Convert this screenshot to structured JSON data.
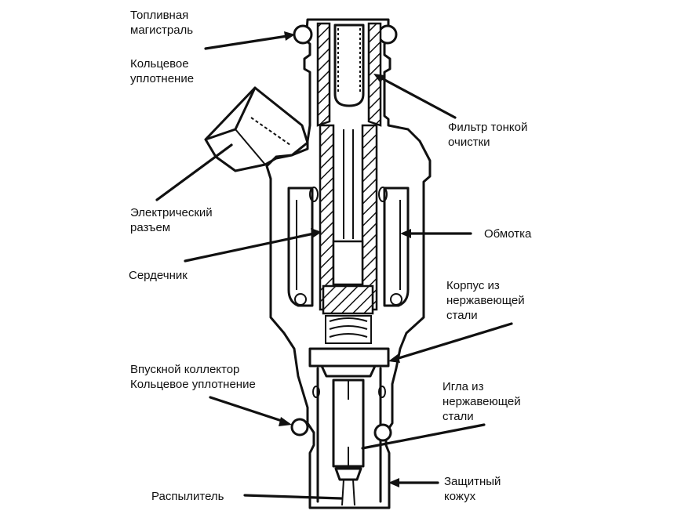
{
  "title": "Fuel injector cross-section",
  "labels": {
    "fuel_rail": [
      "Топливная",
      "магистраль"
    ],
    "o_ring_top": [
      "Кольцевое",
      "уплотнение"
    ],
    "electrical_connector": [
      "Электрический",
      "разъем"
    ],
    "core": [
      "Сердечник"
    ],
    "intake_manifold_o_ring": [
      "Впускной коллектор",
      "Кольцевое уплотнение"
    ],
    "atomizer": [
      "Распылитель"
    ],
    "fine_filter": [
      "Фильтр тонкой",
      "очистки"
    ],
    "winding": [
      "Обмотка"
    ],
    "stainless_body": [
      "Корпус из",
      "нержавеющей",
      "стали"
    ],
    "stainless_needle": [
      "Игла из",
      "нержавеющей",
      "стали"
    ],
    "protective_cap": [
      "Защитный",
      "кожух"
    ]
  }
}
